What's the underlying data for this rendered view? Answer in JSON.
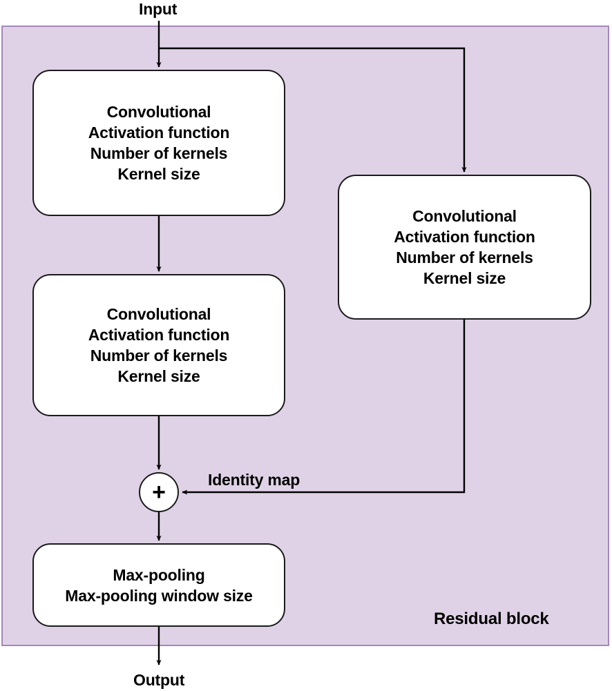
{
  "diagram": {
    "title_label": "Residual block",
    "io": {
      "input_label": "Input",
      "output_label": "Output"
    },
    "edge_labels": {
      "identity_map": "Identity map"
    },
    "operator": {
      "add_symbol": "+"
    },
    "colors": {
      "panel_fill": "#DFD2E6",
      "panel_border": "#A487B8",
      "node_fill": "#FFFFFF",
      "node_border": "#1A1A1A",
      "edge_stroke": "#000000",
      "text": "#000000"
    },
    "nodes": [
      {
        "id": "conv-box-1",
        "name": "convolutional-block-main-1",
        "lines": [
          "Convolutional",
          "Activation function",
          "Number of kernels",
          "Kernel size"
        ]
      },
      {
        "id": "conv-box-2",
        "name": "convolutional-block-main-2",
        "lines": [
          "Convolutional",
          "Activation function",
          "Number of kernels",
          "Kernel size"
        ]
      },
      {
        "id": "conv-box-3",
        "name": "convolutional-block-shortcut",
        "lines": [
          "Convolutional",
          "Activation function",
          "Number of kernels",
          "Kernel size"
        ]
      },
      {
        "id": "maxpool-box",
        "name": "max-pooling-block",
        "lines": [
          "Max-pooling",
          "Max-pooling window size"
        ]
      }
    ]
  }
}
